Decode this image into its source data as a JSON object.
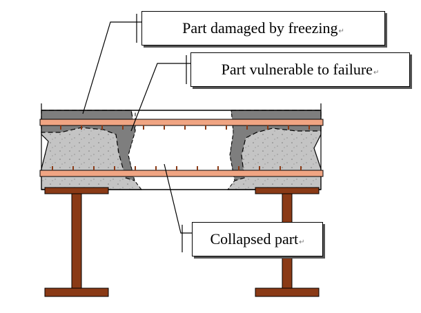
{
  "labels": {
    "freezing": "Part damaged by freezing",
    "vulnerable": "Part vulnerable to failure",
    "collapsed": "Collapsed part",
    "return_mark": "↵"
  },
  "colors": {
    "concrete": "#c4c4c4",
    "damaged": "#7e7e7e",
    "rebar": "#f0a583",
    "girder": "#8a3a16",
    "outline": "#000000"
  }
}
